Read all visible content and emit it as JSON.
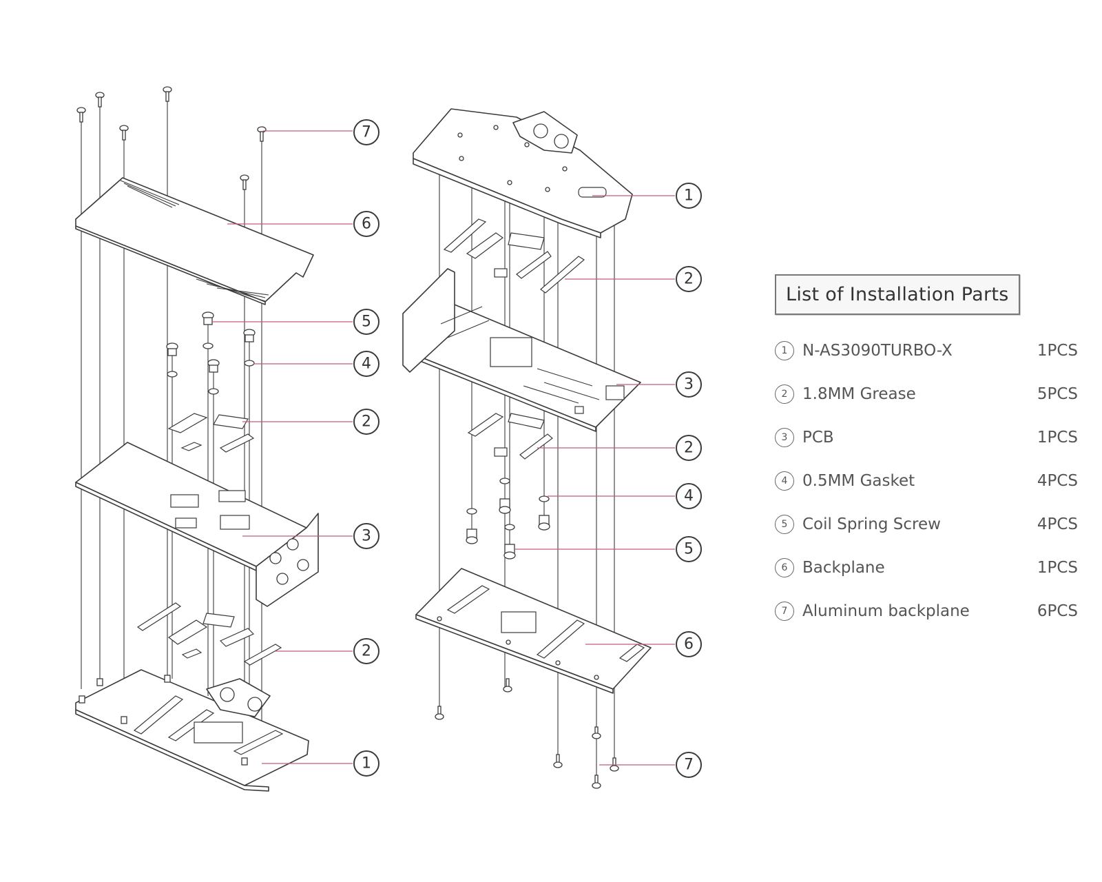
{
  "callouts": {
    "c7a": "7",
    "c6a": "6",
    "c5a": "5",
    "c4a": "4",
    "c2a": "2",
    "c3a": "3",
    "c2b": "2",
    "c1a": "1",
    "c1b": "1",
    "c2c": "2",
    "c3b": "3",
    "c2d": "2",
    "c4b": "4",
    "c5b": "5",
    "c6b": "6",
    "c7b": "7"
  },
  "parts_list": {
    "title": "List of Installation Parts",
    "items": [
      {
        "no": "1",
        "name": "N-AS3090TURBO-X",
        "qty": "1PCS"
      },
      {
        "no": "2",
        "name": "1.8MM  Grease",
        "qty": "5PCS"
      },
      {
        "no": "3",
        "name": "PCB",
        "qty": "1PCS"
      },
      {
        "no": "4",
        "name": "0.5MM  Gasket",
        "qty": "4PCS"
      },
      {
        "no": "5",
        "name": "Coil Spring Screw",
        "qty": "4PCS"
      },
      {
        "no": "6",
        "name": "Backplane",
        "qty": "1PCS"
      },
      {
        "no": "7",
        "name": "Aluminum  backplane",
        "qty": "6PCS"
      }
    ]
  },
  "colors": {
    "leader": "#c25a7c",
    "line": "#3a3a3a"
  }
}
